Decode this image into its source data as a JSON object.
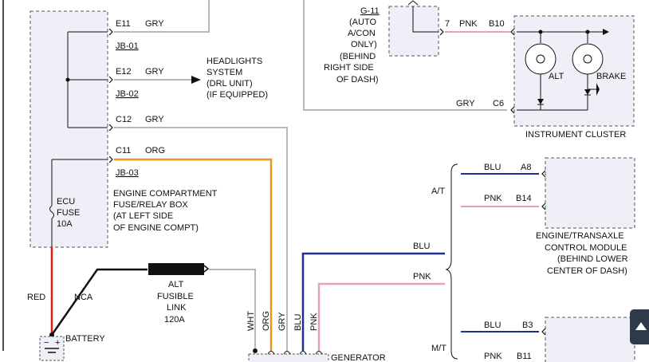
{
  "colors": {
    "gry": "#b8b8b8",
    "orange": "#e8961e",
    "blu": "#1f2f8f",
    "pnk": "#e8a0b4",
    "red": "#d62020",
    "black": "#111111",
    "dash": "#555555"
  },
  "left_box": {
    "connectors": [
      {
        "pin": "E11",
        "color": "GRY",
        "ref": "JB-01"
      },
      {
        "pin": "E12",
        "color": "GRY",
        "ref": "JB-02"
      },
      {
        "pin": "C12",
        "color": "GRY"
      },
      {
        "pin": "C11",
        "color": "ORG",
        "ref": "JB-03"
      }
    ],
    "fuse_lines": [
      "ECU",
      "FUSE",
      "10A"
    ],
    "description": [
      "ENGINE COMPARTMENT",
      "FUSE/RELAY BOX",
      "(AT LEFT SIDE",
      "OF ENGINE COMPT)"
    ]
  },
  "headlights": [
    "HEADLIGHTS",
    "SYSTEM",
    "(DRL UNIT)",
    "(IF EQUIPPED)"
  ],
  "ground": {
    "ref": "G-11",
    "lines": [
      "(AUTO",
      "A/CON",
      "ONLY)",
      "(BEHIND",
      "RIGHT SIDE",
      "OF DASH)"
    ],
    "pin": "7",
    "wire": "PNK"
  },
  "cluster": {
    "pin_top": "B10",
    "wire_bottom": "GRY",
    "pin_bottom": "C6",
    "lamps": [
      "ALT",
      "BRAKE"
    ],
    "title": "INSTRUMENT CLUSTER"
  },
  "ecm": {
    "group_at": "A/T",
    "group_mt": "M/T",
    "rows": [
      {
        "wire": "BLU",
        "pin": "A8"
      },
      {
        "wire": "PNK",
        "pin": "B14"
      }
    ],
    "rows_mt": [
      {
        "wire": "BLU",
        "pin": "B3"
      },
      {
        "wire": "PNK",
        "pin": "B11"
      }
    ],
    "title": [
      "ENGINE/TRANSAXLE",
      "CONTROL MODULE",
      "(BEHIND LOWER",
      "CENTER OF DASH)"
    ]
  },
  "mid_wires": {
    "blu": "BLU",
    "pnk": "PNK"
  },
  "battery": {
    "label": "BATTERY",
    "wire_red": "RED",
    "wire_nca": "NCA",
    "plus": "+",
    "minus": "−"
  },
  "fusible_link": [
    "ALT",
    "FUSIBLE",
    "LINK",
    "120A"
  ],
  "generator": {
    "label": "GENERATOR",
    "wires": [
      "WHT",
      "ORG",
      "GRY",
      "BLU",
      "PNK"
    ]
  }
}
